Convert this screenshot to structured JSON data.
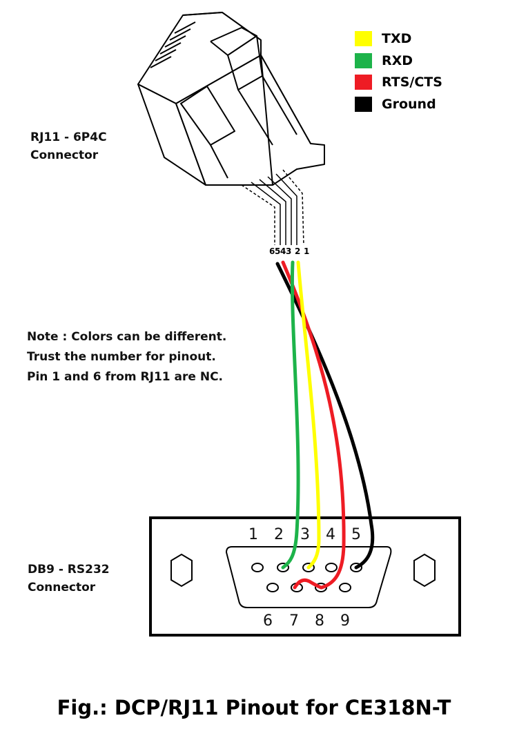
{
  "legend": {
    "items": [
      {
        "label": "TXD",
        "color": "#ffff00"
      },
      {
        "label": "RXD",
        "color": "#1db34a"
      },
      {
        "label": "RTS/CTS",
        "color": "#ee1c24"
      },
      {
        "label": "Ground",
        "color": "#000000"
      }
    ]
  },
  "rj11": {
    "label_line1": "RJ11 - 6P4C",
    "label_line2": "Connector",
    "pins": [
      "6",
      "5",
      "4",
      "3",
      "2",
      "1"
    ]
  },
  "note": {
    "line1": "Note : Colors can be different.",
    "line2": "Trust the number for pinout.",
    "line3": "Pin 1 and 6 from RJ11 are NC."
  },
  "db9": {
    "label_line1": "DB9 - RS232",
    "label_line2": "Connector",
    "top_pins": [
      "1",
      "2",
      "3",
      "4",
      "5"
    ],
    "bottom_pins": [
      "6",
      "7",
      "8",
      "9"
    ]
  },
  "caption": "Fig.: DCP/RJ11 Pinout for CE318N-T"
}
